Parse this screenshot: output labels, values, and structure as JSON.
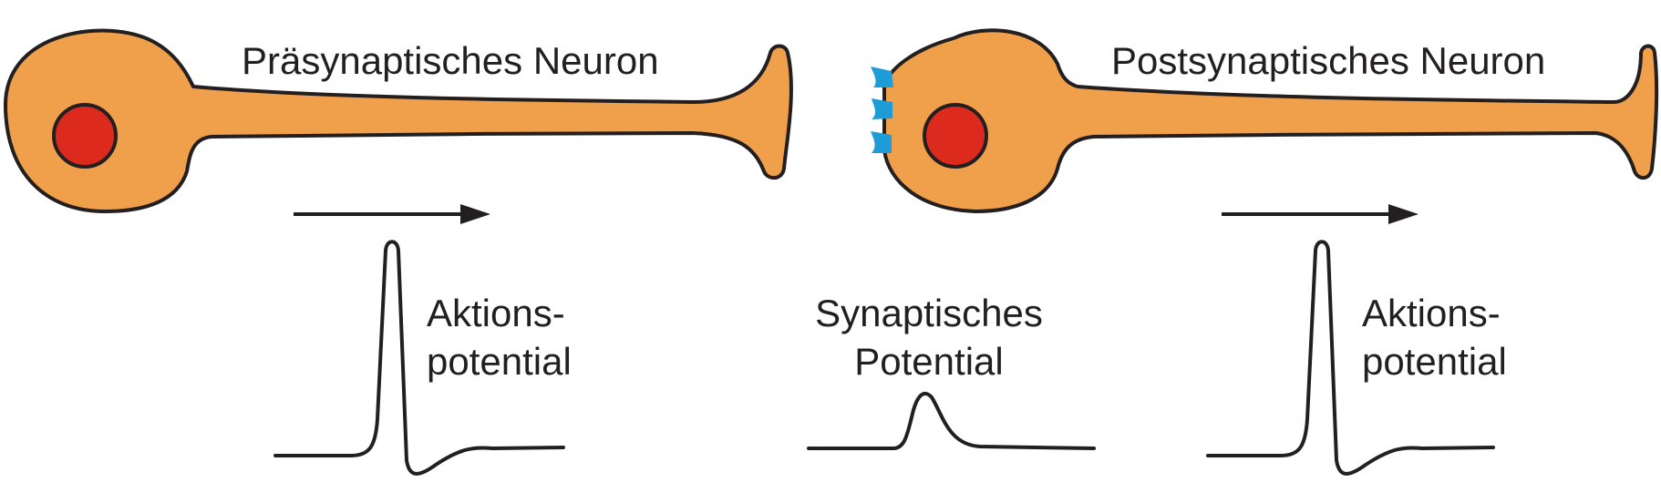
{
  "colors": {
    "neuron_fill": "#f0a04b",
    "nucleus_fill": "#dc2b1e",
    "outline": "#231f20",
    "receptor": "#1e9cd7",
    "background": "#ffffff"
  },
  "presynaptic": {
    "title": "Präsynaptisches Neuron",
    "potential_label_line1": "Aktions-",
    "potential_label_line2": "potential"
  },
  "synapse": {
    "potential_label_line1": "Synaptisches",
    "potential_label_line2": "Potential"
  },
  "postsynaptic": {
    "title": "Postsynaptisches Neuron",
    "potential_label_line1": "Aktions-",
    "potential_label_line2": "potential"
  },
  "icons": {
    "direction": "arrow-right-icon",
    "receptor": "receptor-icon"
  }
}
